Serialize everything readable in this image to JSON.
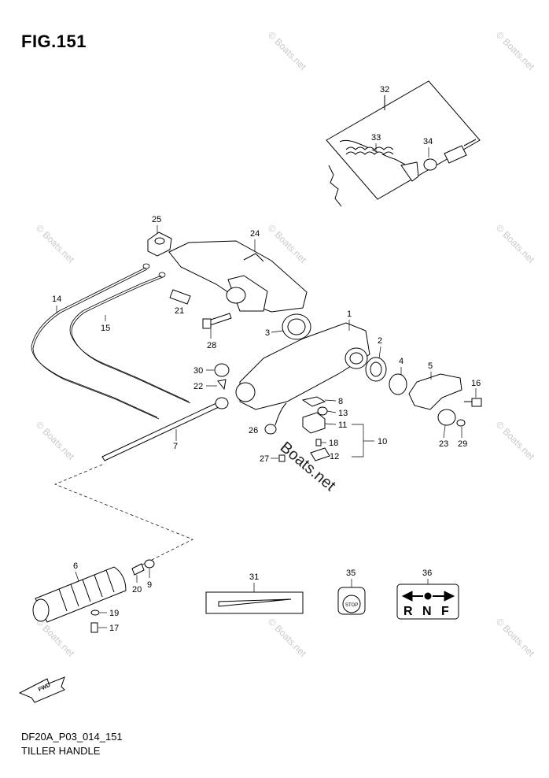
{
  "figure": {
    "title": "FIG.151",
    "model_code": "DF20A_P03_014_151",
    "section_name": "TILLER HANDLE"
  },
  "watermark": {
    "text": "© Boats.net",
    "center_text": "Boats.net"
  },
  "callouts": {
    "p1": "1",
    "p2": "2",
    "p3": "3",
    "p4": "4",
    "p5": "5",
    "p6": "6",
    "p7": "7",
    "p8": "8",
    "p9": "9",
    "p10": "10",
    "p11": "11",
    "p12": "12",
    "p13": "13",
    "p14": "14",
    "p15": "15",
    "p16": "16",
    "p17": "17",
    "p18": "18",
    "p19": "19",
    "p20": "20",
    "p21": "21",
    "p22": "22",
    "p23": "23",
    "p24": "24",
    "p25": "25",
    "p26": "26",
    "p27": "27",
    "p28": "28",
    "p29": "29",
    "p30": "30",
    "p31": "31",
    "p32": "32",
    "p33": "33",
    "p34": "34",
    "p35": "35",
    "p36": "36"
  },
  "labels": {
    "stop": "STOP",
    "fwd": "FWD",
    "r": "R",
    "n": "N",
    "f": "F"
  }
}
